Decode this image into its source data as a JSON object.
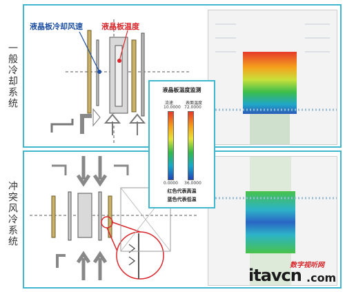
{
  "rows": [
    {
      "label": "一般冷却系统"
    },
    {
      "label": "冲突风冷系统"
    }
  ],
  "annotations": {
    "airspeed": "液晶板冷却风速",
    "temperature": "液晶板温度",
    "airspeed_color": "#1d4fa3",
    "temperature_color": "#d9262b"
  },
  "legend": {
    "title": "液晶板温度监测",
    "col_left": "流速",
    "col_right": "表面温度",
    "top_left": "10.0000",
    "top_right": "72.0000",
    "bottom_left": "0.0000",
    "bottom_right": "36.0000",
    "note_red": "红色代表高温",
    "note_blue": "蓝色代表低温"
  },
  "watermark": {
    "brand": "itavcn",
    "domain": ".com",
    "tagline": "数字视听网"
  },
  "colors": {
    "panel_border": "#3fb7cf",
    "hot": "#e53a2a",
    "cold": "#2246b6"
  }
}
